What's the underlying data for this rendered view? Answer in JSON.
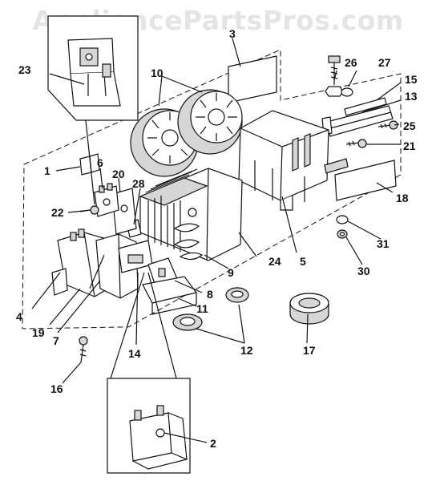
{
  "watermark": "AppliancePartsPros.com",
  "callouts": {
    "c1": "1",
    "c2": "2",
    "c3": "3",
    "c4": "4",
    "c5": "5",
    "c6": "6",
    "c7": "7",
    "c8": "8",
    "c9": "9",
    "c10": "10",
    "c11": "11",
    "c12": "12",
    "c13": "13",
    "c14": "14",
    "c15": "15",
    "c16": "16",
    "c17": "17",
    "c18": "18",
    "c19": "19",
    "c20": "20",
    "c21": "21",
    "c22": "22",
    "c23": "23",
    "c24": "24",
    "c25": "25",
    "c26": "26",
    "c27": "27",
    "c28": "28",
    "c30": "30",
    "c31": "31"
  }
}
